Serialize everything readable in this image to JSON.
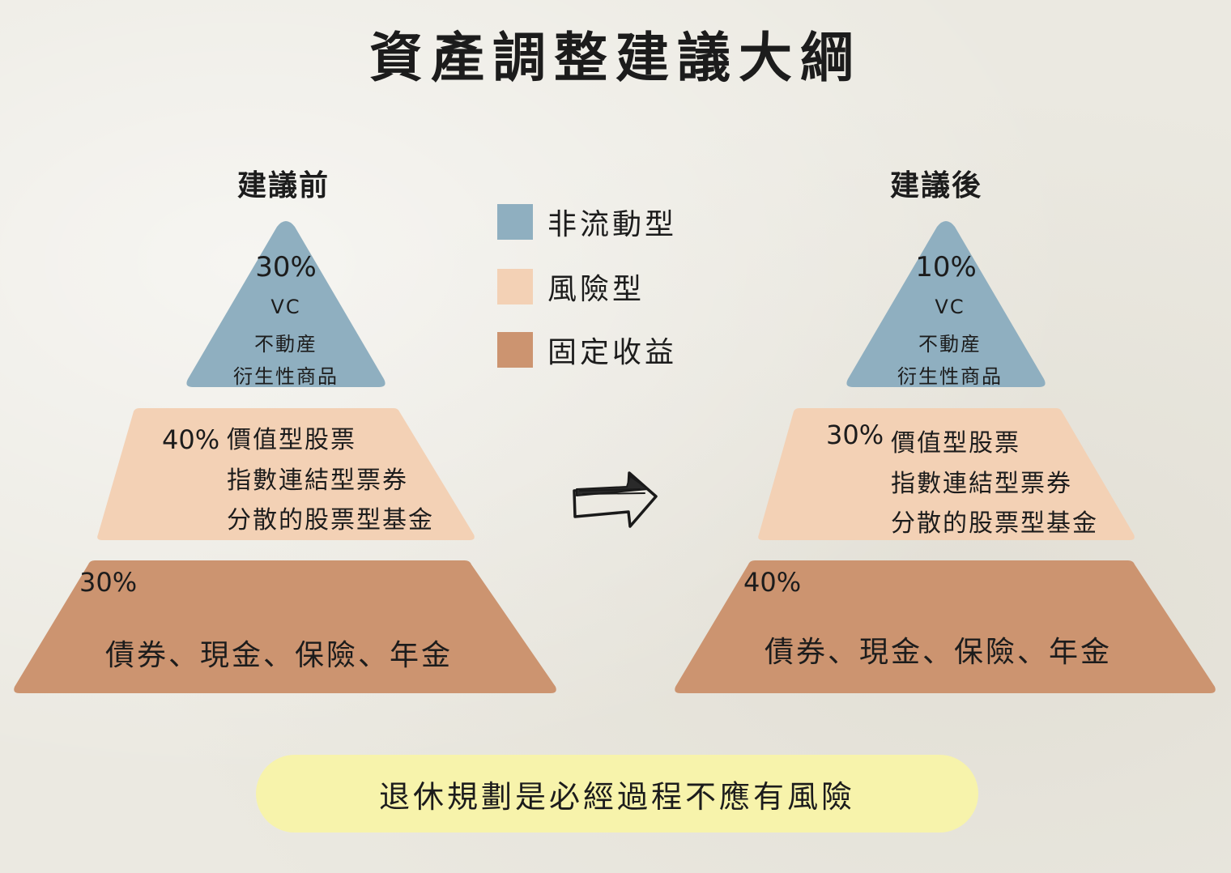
{
  "title": "資產調整建議大綱",
  "legend": [
    {
      "label": "非流動型",
      "color": "#8fafc0"
    },
    {
      "label": "風險型",
      "color": "#f3d1b5"
    },
    {
      "label": "固定收益",
      "color": "#cc9470"
    }
  ],
  "before": {
    "heading": "建議前",
    "top": {
      "percent": "30%",
      "lines": [
        "VC",
        "不動産",
        "衍生性商品"
      ]
    },
    "middle": {
      "percent": "40%",
      "lines": [
        "價值型股票",
        "指數連結型票券",
        "分散的股票型基金"
      ]
    },
    "bottom": {
      "percent": "30%",
      "text": "債券、現金、保險、年金"
    }
  },
  "after": {
    "heading": "建議後",
    "top": {
      "percent": "10%",
      "lines": [
        "VC",
        "不動産",
        "衍生性商品"
      ]
    },
    "middle": {
      "percent": "30%",
      "lines": [
        "價值型股票",
        "指數連結型票券",
        "分散的股票型基金"
      ]
    },
    "bottom": {
      "percent": "40%",
      "text": "債券、現金、保險、年金"
    }
  },
  "arrow_icon": "right-arrow-icon",
  "banner": "退休規劃是必經過程不應有風險"
}
